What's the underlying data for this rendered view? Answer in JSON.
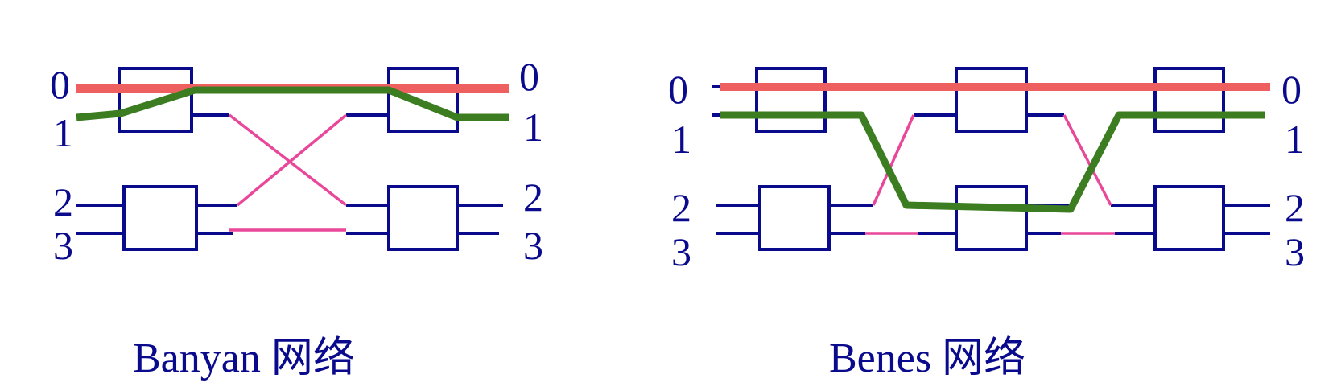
{
  "banyan": {
    "inputs": [
      "0",
      "1",
      "2",
      "3"
    ],
    "outputs": [
      "0",
      "1",
      "2",
      "3"
    ],
    "caption": "Banyan 网络"
  },
  "benes": {
    "inputs": [
      "0",
      "1",
      "2",
      "3"
    ],
    "outputs": [
      "0",
      "1",
      "2",
      "3"
    ],
    "caption": "Benes 网络"
  },
  "colors": {
    "switch_outline": "#0a0a8c",
    "internal_link": "#e8479a",
    "path_red": "#ee6060",
    "path_green": "#3c7d22"
  }
}
